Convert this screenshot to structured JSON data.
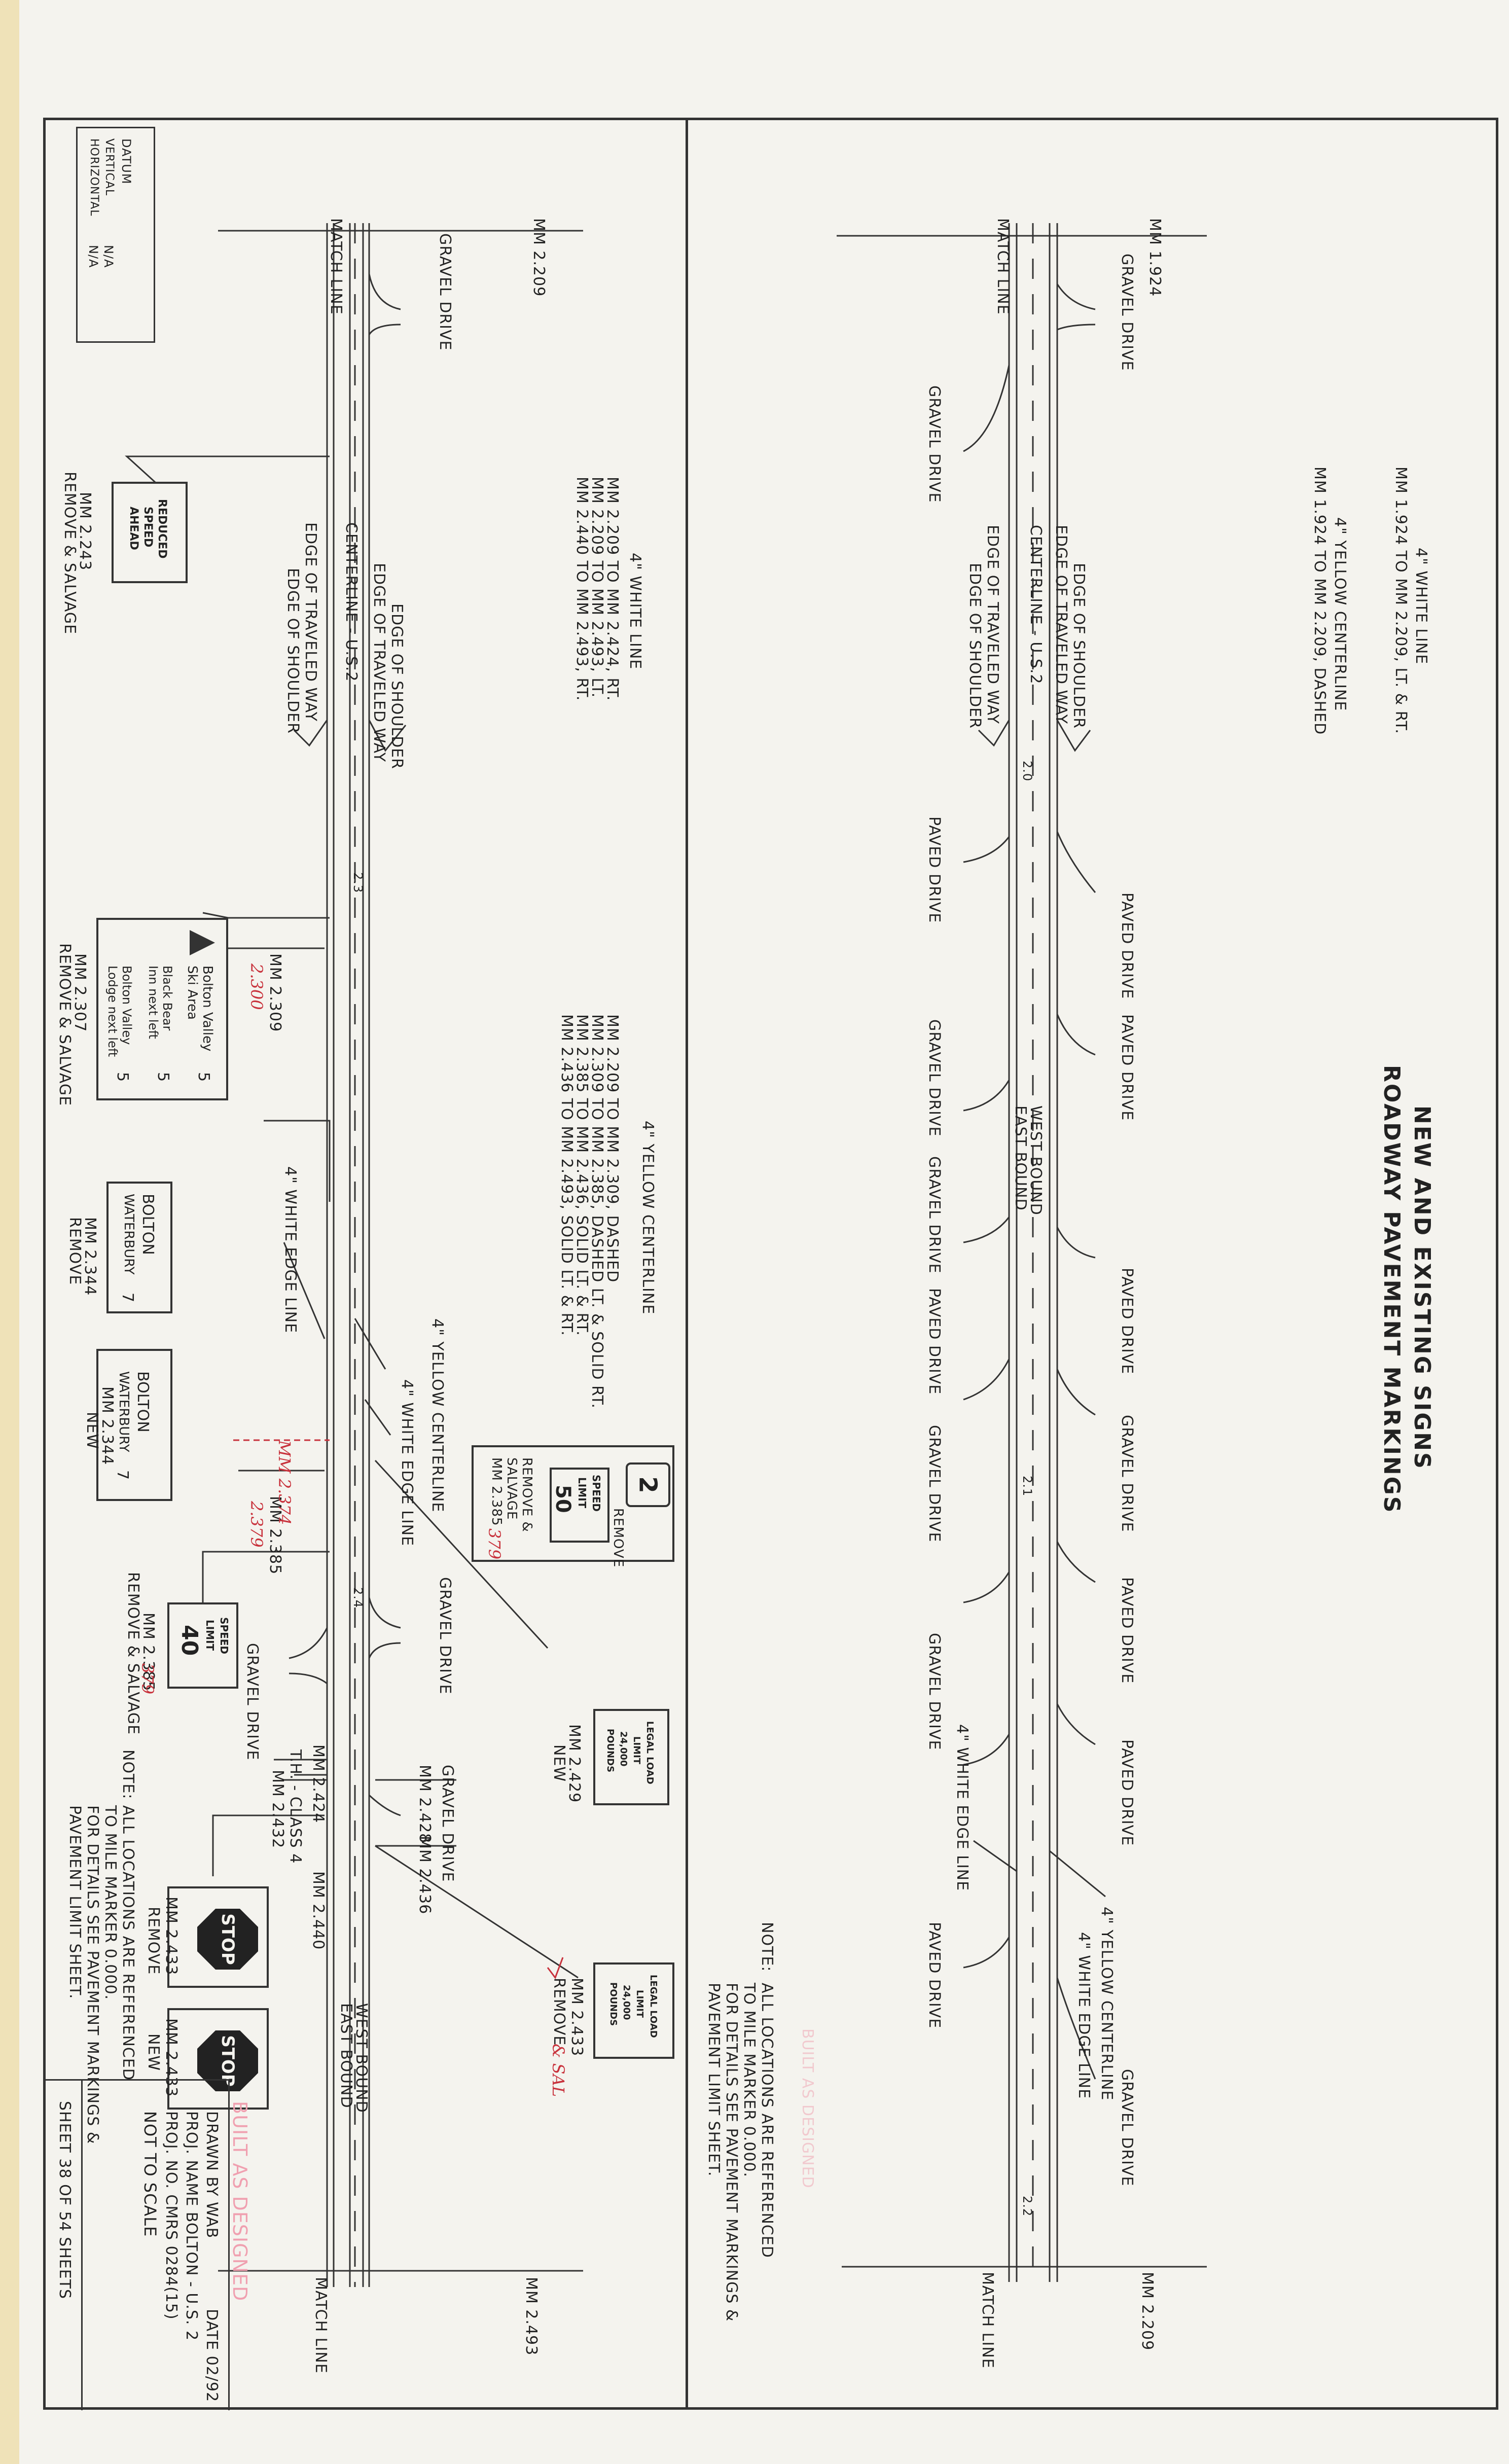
{
  "title": {
    "line1": "NEW AND EXISTING SIGNS",
    "line2": "ROADWAY PAVEMENT MARKINGS"
  },
  "datum": {
    "label": "DATUM",
    "vertical": "VERTICAL",
    "horizontal": "HORIZONTAL",
    "vertical_value": "N/A",
    "horizontal_value": "N/A"
  },
  "right_panel": {
    "match_top": "MATCH LINE",
    "mm_top": "MM 1.924",
    "match_bottom": "MATCH LINE",
    "mm_bottom": "MM 2.209",
    "legend_white_head": "4\" WHITE LINE",
    "legend_white_1": "MM 1.924 TO MM 2.209, LT. & RT.",
    "legend_yellow_head": "4\" YELLOW CENTERLINE",
    "legend_yellow_1": "MM 1.924 TO MM 2.209, DASHED",
    "edge_shoulder": "EDGE OF SHOULDER",
    "edge_traveled": "EDGE OF TRAVELED WAY",
    "centerline": "CENTERLINE - U.S.2",
    "edge_traveled_l": "EDGE OF TRAVELED WAY",
    "edge_shoulder_l": "EDGE OF SHOULDER",
    "westbound": "WEST BOUND",
    "eastbound": "EAST BOUND",
    "station_20": "2.0",
    "station_21": "2.1",
    "station_22": "2.2",
    "white_edge": "4\" WHITE EDGE LINE",
    "yellow_cl": "4\" YELLOW CENTERLINE",
    "white_edge_2": "4\" WHITE EDGE LINE",
    "drives_right": [
      "GRAVEL DRIVE",
      "PAVED DRIVE",
      "PAVED DRIVE",
      "PAVED DRIVE",
      "GRAVEL DRIVE",
      "PAVED DRIVE",
      "PAVED DRIVE",
      "GRAVEL DRIVE"
    ],
    "drives_left": [
      "GRAVEL DRIVE",
      "PAVED DRIVE",
      "GRAVEL DRIVE",
      "GRAVEL DRIVE",
      "PAVED DRIVE",
      "GRAVEL DRIVE",
      "GRAVEL DRIVE",
      "PAVED DRIVE"
    ],
    "note_label": "NOTE:",
    "note_lines": [
      "ALL LOCATIONS ARE REFERENCED",
      "TO MILE MARKER 0.000.",
      "FOR DETAILS SEE PAVEMENT MARKINGS &",
      "PAVEMENT LIMIT SHEET."
    ],
    "legal_load_sign": {
      "l1": "LEGAL LOAD",
      "l2": "LIMIT",
      "l3": "24,000",
      "l4": "POUNDS",
      "mm": "MM 2.433",
      "action": "REMOVE",
      "red": "& SAL"
    },
    "faint_note": "BUILT AS DESIGNED"
  },
  "left_panel": {
    "match_top": "MATCH LINE",
    "mm_top": "MM 2.209",
    "match_bottom": "MATCH LINE",
    "mm_bottom": "MM 2.493",
    "legend_white_head": "4\" WHITE LINE",
    "legend_white": [
      "MM 2.209 TO MM 2.424, RT.",
      "MM 2.209 TO MM 2.493, LT.",
      "MM 2.440 TO MM 2.493, RT."
    ],
    "legend_yellow_head": "4\" YELLOW CENTERLINE",
    "legend_yellow": [
      "MM 2.209 TO MM 2.309, DASHED",
      "MM 2.309 TO MM 2.385, DASHED LT. & SOLID RT.",
      "MM 2.385 TO MM 2.436, SOLID LT. & RT.",
      "MM 2.436 TO MM 2.493, SOLID LT. & RT."
    ],
    "edge_shoulder": "EDGE OF SHOULDER",
    "edge_traveled": "EDGE OF TRAVELED WAY",
    "centerline": "CENTERLINE - U.S.2",
    "edge_traveled_l": "EDGE OF TRAVELED WAY",
    "edge_shoulder_l": "EDGE OF SHOULDER",
    "station_23": "2.3",
    "station_24": "2.4",
    "gravel_top": "GRAVEL DRIVE",
    "white_edge_l": "4\" WHITE EDGE LINE",
    "yellow_cl": "4\" YELLOW CENTERLINE",
    "white_edge_r": "4\" WHITE EDGE LINE",
    "gravel_r1": "GRAVEL DRIVE",
    "gravel_r2": "GRAVEL DRIVE",
    "gravel_l": "GRAVEL DRIVE",
    "westbound": "WEST BOUND",
    "eastbound": "EAST BOUND",
    "mm_2309": "MM 2.309",
    "red_2309": "2.300",
    "mm_2385": "MM 2.385",
    "red_2385": "2.379",
    "red_2374": "MM 2.374",
    "mm_2424": "MM 2.424",
    "mm_2428": "MM 2.428",
    "mm_2436": "MM 2.436",
    "mm_2440": "MM 2.440",
    "th_class": "T.H. - CLASS 4",
    "mm_2432": "MM 2.432",
    "reduced_speed": {
      "l1": "REDUCED",
      "l2": "SPEED",
      "l3": "AHEAD",
      "mm": "MM 2.243",
      "action": "REMOVE & SALVAGE"
    },
    "bolton_valley": {
      "l1": "Bolton Valley",
      "l2": "Ski Area",
      "l3": "Black Bear",
      "l4": "Inn next left",
      "l5": "Bolton Valley",
      "l6": "Lodge next left",
      "n": "5",
      "mm": "MM 2.307",
      "action": "REMOVE & SALVAGE"
    },
    "bolton_waterbury_old": {
      "l1": "BOLTON",
      "l2": "WATERBURY",
      "n": "7",
      "mm": "MM 2.344",
      "action": "REMOVE"
    },
    "bolton_waterbury_new": {
      "l1": "BOLTON",
      "l2": "WATERBURY",
      "n": "7",
      "mm": "MM 2.344",
      "action": "NEW"
    },
    "us2_sign": {
      "route": "2",
      "action": "REMOVE",
      "speed_l1": "SPEED",
      "speed_l2": "LIMIT",
      "speed_n": "50",
      "action2": "REMOVE &",
      "action3": "SALVAGE",
      "mm": "MM 2.385",
      "red": "379"
    },
    "speed40": {
      "l1": "SPEED",
      "l2": "LIMIT",
      "n": "40",
      "mm": "MM 2.385",
      "red": "379",
      "action": "REMOVE & SALVAGE"
    },
    "legal_load_new": {
      "l1": "LEGAL LOAD",
      "l2": "LIMIT",
      "l3": "24,000",
      "l4": "POUNDS",
      "mm": "MM 2.429",
      "action": "NEW"
    },
    "stop_remove": {
      "text": "STOP",
      "mm": "MM 2.433",
      "action": "REMOVE"
    },
    "stop_new": {
      "text": "STOP",
      "mm": "MM 2.433",
      "action": "NEW"
    },
    "note_label": "NOTE:",
    "note_lines": [
      "ALL LOCATIONS ARE REFERENCED",
      "TO MILE MARKER 0.000.",
      "FOR DETAILS SEE PAVEMENT MARKINGS &",
      "PAVEMENT LIMIT SHEET."
    ]
  },
  "title_block": {
    "drawn": "DRAWN BY WAB",
    "date": "DATE 02/92",
    "proj_name": "PROJ. NAME BOLTON - U.S. 2",
    "proj_no": "PROJ. NO. CMRS 0284(15)",
    "sheet": "SHEET 38 OF 54 SHEETS",
    "scale": "NOT TO SCALE",
    "stamp": "BUILT AS DESIGNED"
  }
}
